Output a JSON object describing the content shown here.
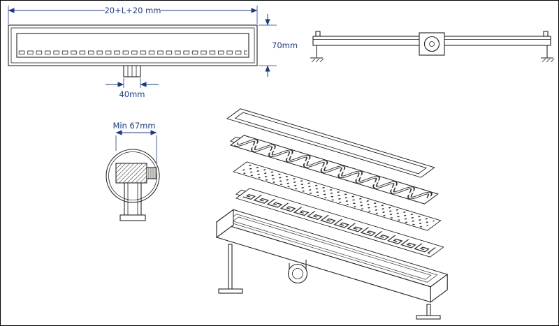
{
  "drawing": {
    "dimensions": {
      "length_label": "20+L+20 mm",
      "height_label": "70mm",
      "outlet_width_label": "40mm",
      "min_installation_depth_label": "Min 67mm"
    },
    "grate_styles": [
      "wave",
      "perforated-dots",
      "greek-key"
    ],
    "colors": {
      "line": "#222222",
      "dimension": "#1a3a8a",
      "background": "#ffffff"
    }
  }
}
